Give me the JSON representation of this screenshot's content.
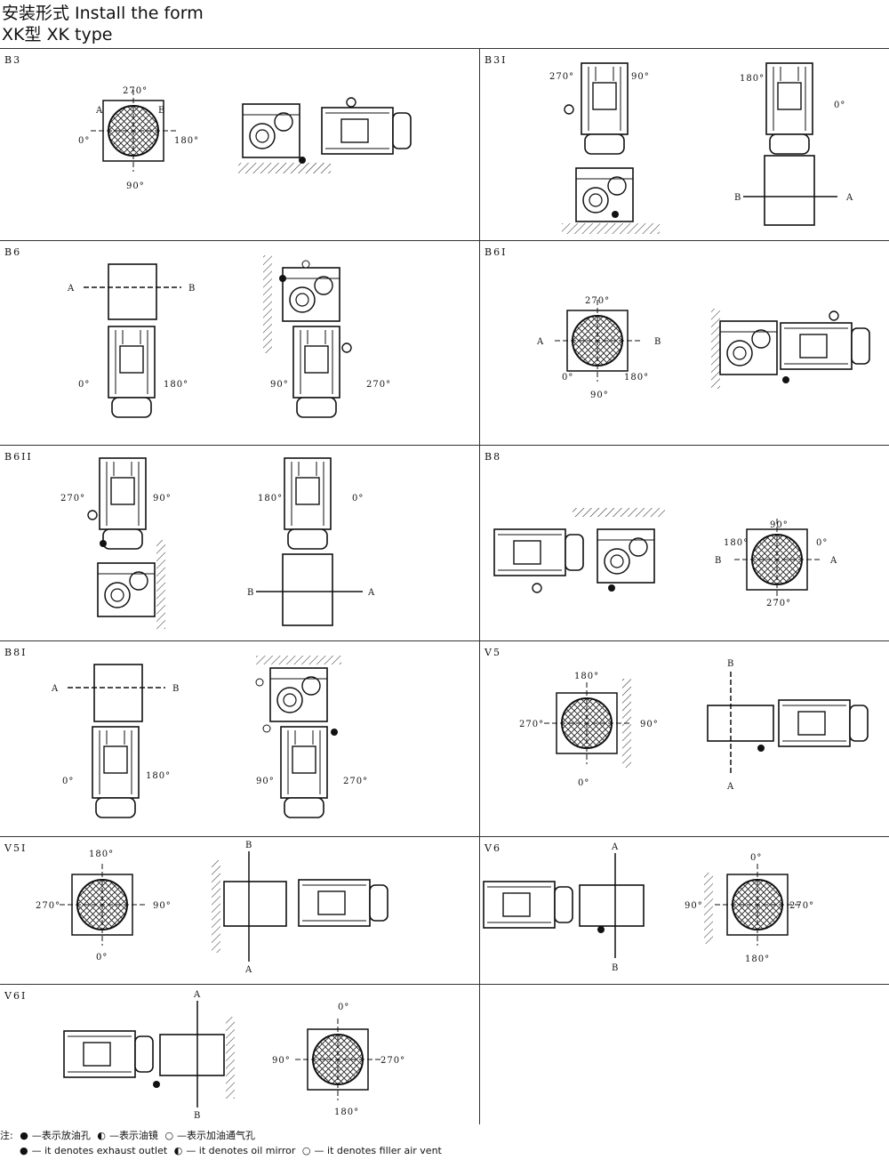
{
  "header": {
    "line1": "安装形式  Install the form",
    "line2": "XK型    XK type"
  },
  "panels": [
    {
      "id": "B3",
      "label": "B3"
    },
    {
      "id": "B3I",
      "label": "B3I"
    },
    {
      "id": "B6",
      "label": "B6"
    },
    {
      "id": "B6I",
      "label": "B6I"
    },
    {
      "id": "B6II",
      "label": "B6II"
    },
    {
      "id": "B8",
      "label": "B8"
    },
    {
      "id": "B8I",
      "label": "B8I"
    },
    {
      "id": "V5",
      "label": "V5"
    },
    {
      "id": "V5I",
      "label": "V5I"
    },
    {
      "id": "V6",
      "label": "V6"
    },
    {
      "id": "V6I",
      "label": "V6I"
    }
  ],
  "marks": {
    "a0": "0°",
    "a90": "90°",
    "a180": "180°",
    "a270": "270°",
    "A": "A",
    "B": "B"
  },
  "legend": {
    "prefix": "注:",
    "cn_exhaust": "—表示放油孔",
    "cn_mirror": "—表示油镜",
    "cn_vent": "—表示加油通气孔",
    "en_exhaust": "— it denotes exhaust outlet",
    "en_mirror": "— it denotes oil mirror",
    "en_vent": "— it denotes filler air vent"
  }
}
